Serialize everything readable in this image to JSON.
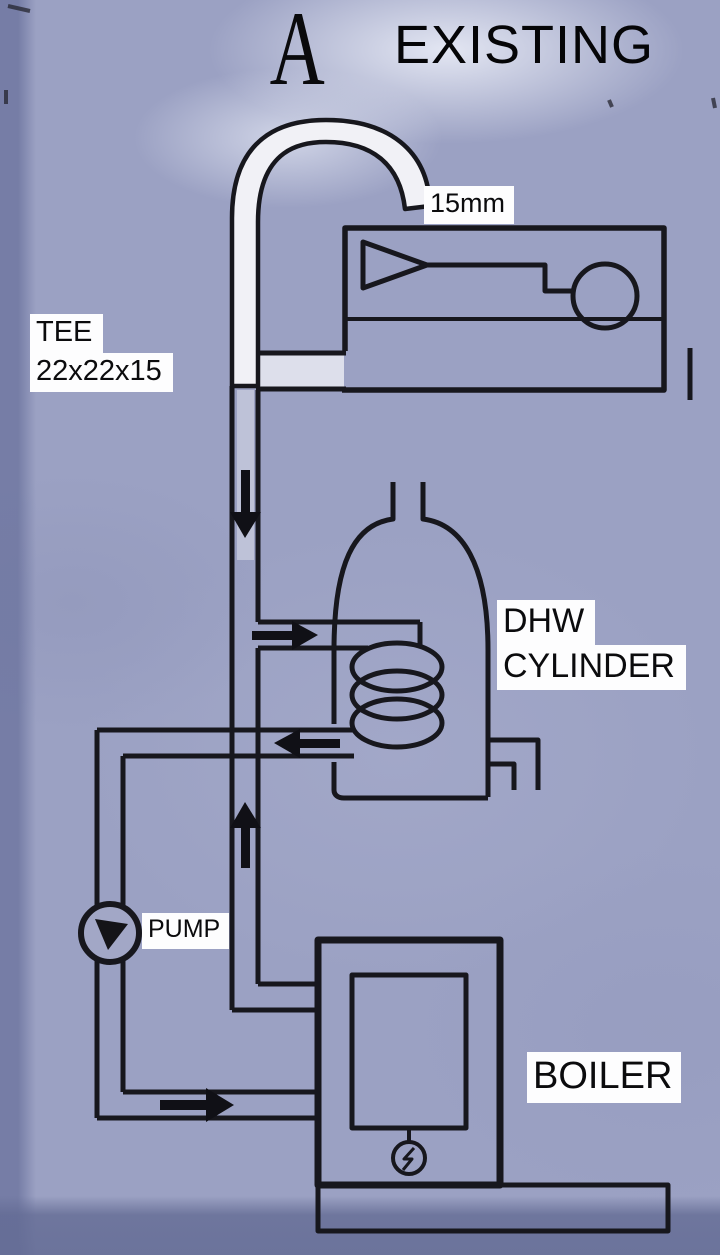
{
  "diagram": {
    "variant_letter": "A",
    "title": "EXISTING",
    "labels": {
      "pipe_size": "15mm",
      "tee": [
        "TEE",
        "22x22x15"
      ],
      "cylinder": [
        "DHW",
        "CYLINDER"
      ],
      "pump": "PUMP",
      "boiler": "BOILER"
    },
    "colors": {
      "background": "#9ba1c3",
      "ink": "#17171d",
      "label_bg": "#fdfdfe",
      "pipe_core": "#f1f1f6"
    }
  }
}
